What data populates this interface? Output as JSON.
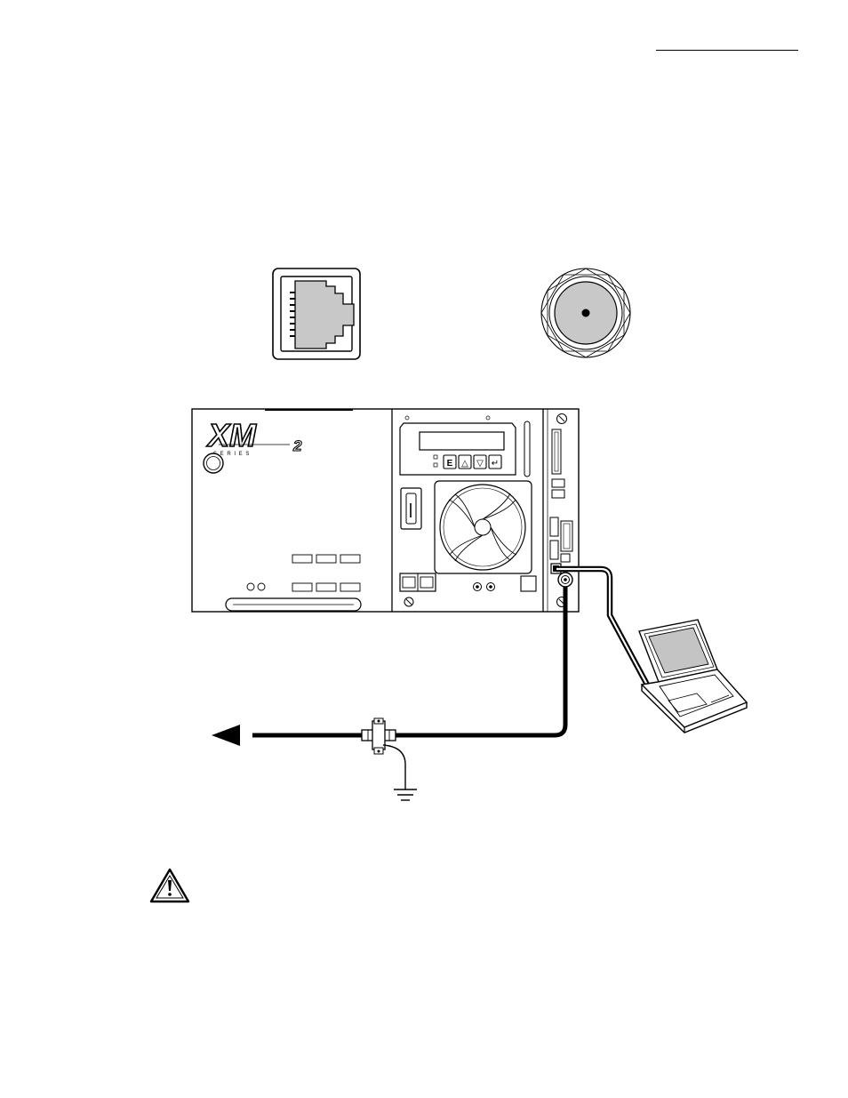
{
  "device": {
    "logo_main": "XM",
    "logo_sub": "2",
    "logo_series": "S E R I E S",
    "keypad_keys": [
      "E",
      "△",
      "▽",
      "↵"
    ]
  },
  "icons": {
    "rj45_port": "rj45-jack-icon",
    "coax_port": "bnc-coax-connector-icon",
    "laptop": "laptop-computer-icon",
    "tee": "coax-tee-connector-icon",
    "ground": "earth-ground-icon",
    "warning": "warning-triangle-icon"
  },
  "colors": {
    "line": "#000000",
    "fill_gray": "#c8c8c8",
    "screen_gray": "#c4c4c4"
  }
}
